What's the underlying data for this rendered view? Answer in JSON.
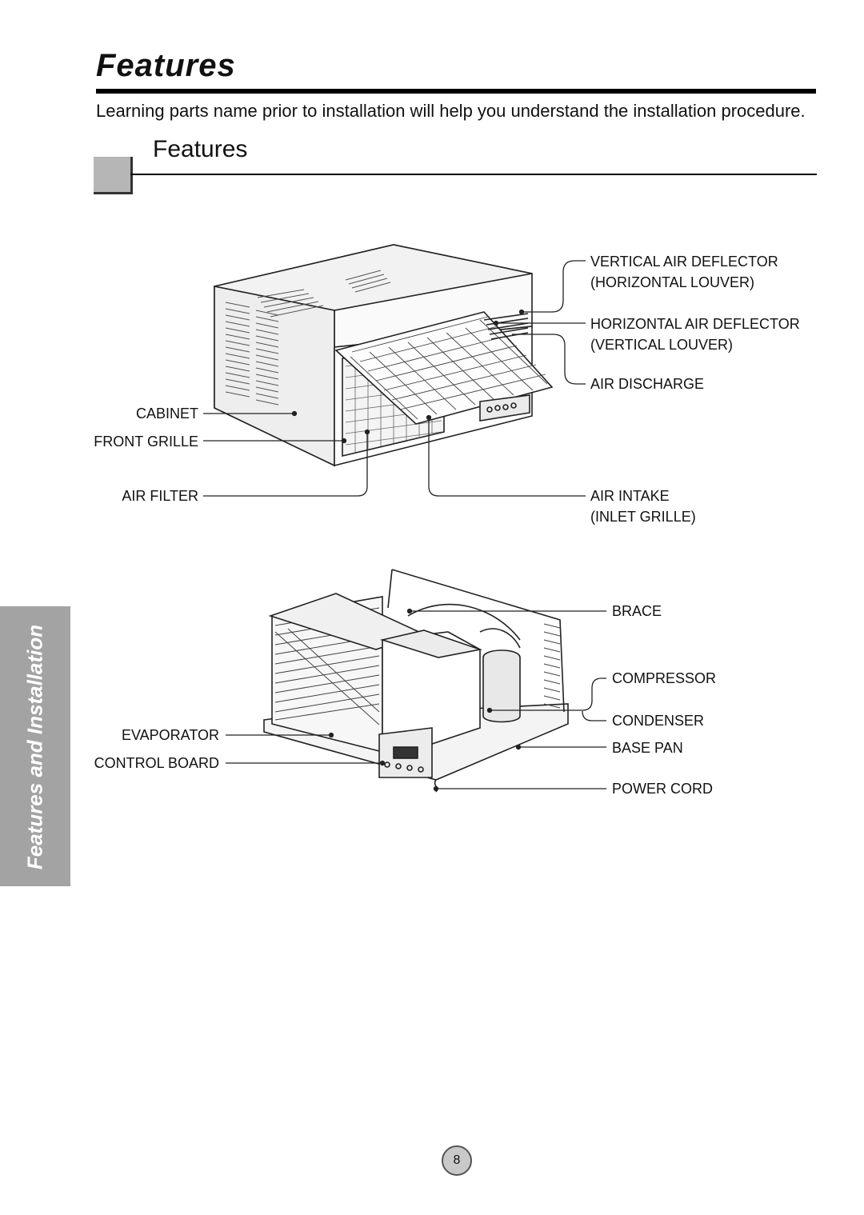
{
  "page": {
    "title": "Features",
    "intro": "Learning parts name prior to installation will help you understand the installation procedure.",
    "section_title": "Features",
    "side_tab": "Features and Installation",
    "page_number": "8"
  },
  "diagram_top": {
    "labels": {
      "vertical_air_deflector": "VERTICAL AIR DEFLECTOR",
      "horizontal_louver": "(HORIZONTAL LOUVER)",
      "horizontal_air_deflector": "HORIZONTAL AIR DEFLECTOR",
      "vertical_louver": "(VERTICAL LOUVER)",
      "air_discharge": "AIR DISCHARGE",
      "cabinet": "CABINET",
      "front_grille": "FRONT GRILLE",
      "air_filter": "AIR FILTER",
      "air_intake": "AIR INTAKE",
      "inlet_grille": "(INLET GRILLE)"
    }
  },
  "diagram_bottom": {
    "labels": {
      "brace": "BRACE",
      "compressor": "COMPRESSOR",
      "condenser": "CONDENSER",
      "base_pan": "BASE PAN",
      "power_cord": "POWER CORD",
      "evaporator": "EVAPORATOR",
      "control_board": "CONTROL BOARD"
    }
  }
}
